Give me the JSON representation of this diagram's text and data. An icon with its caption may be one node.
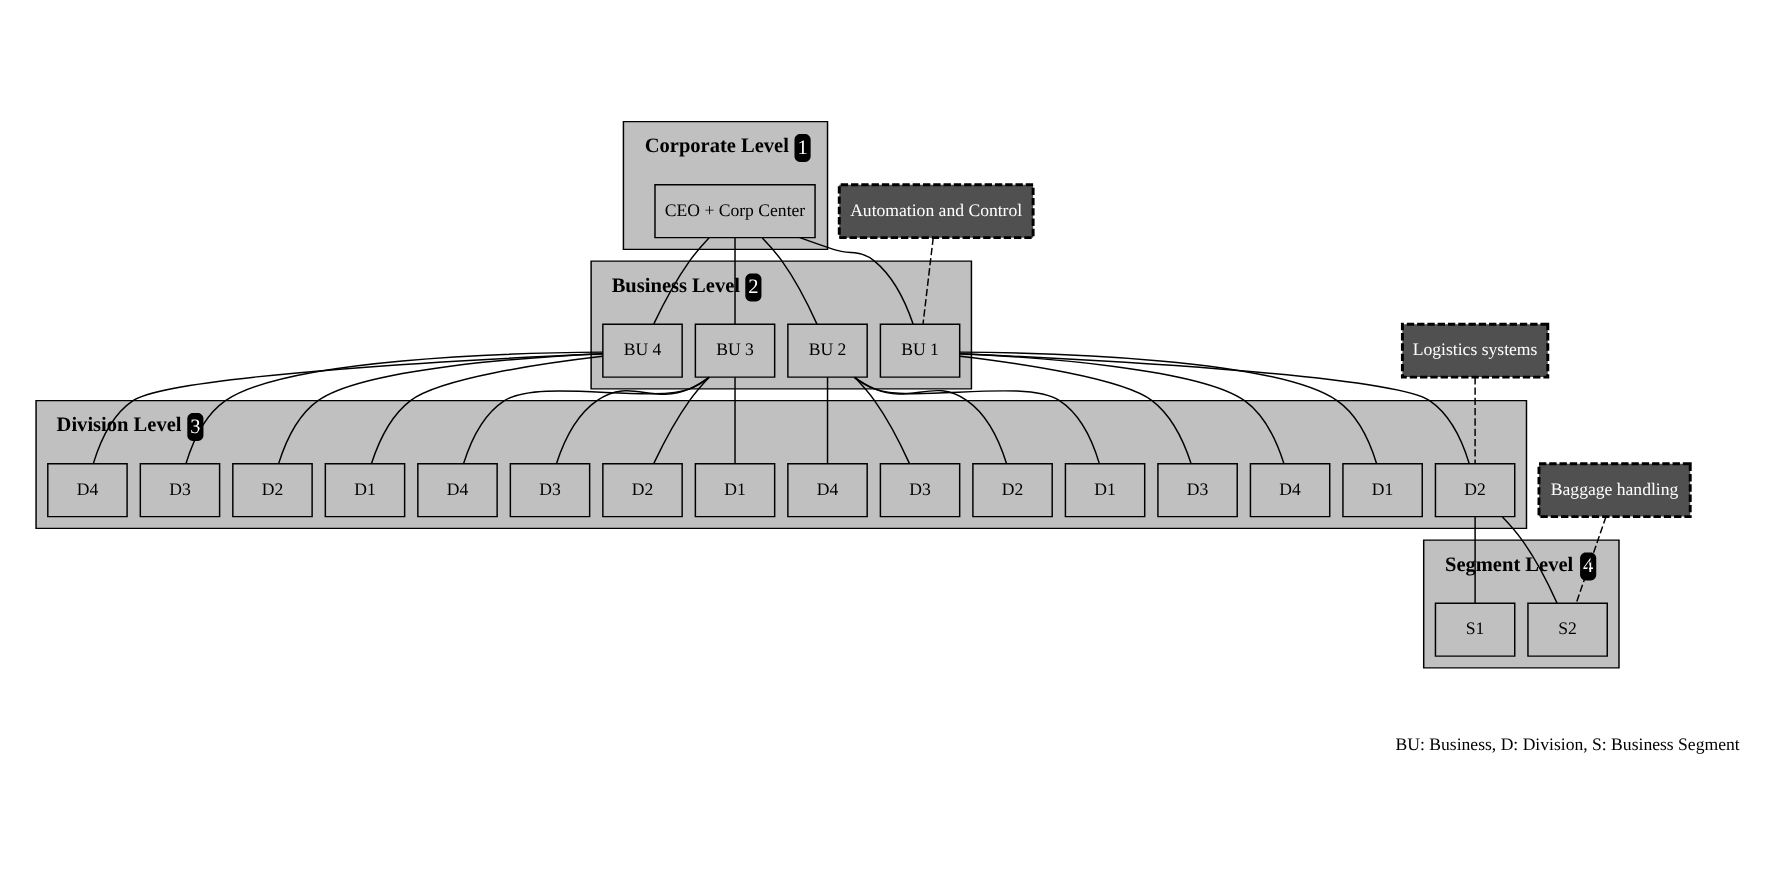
{
  "diagram": {
    "nodes": [
      {
        "text": [
          "Corporate Level",
          "1"
        ]
      },
      {
        "text": [
          "CEO + Corp Center"
        ],
        "in": 0
      },
      {
        "text": [
          "Business Level",
          "2"
        ]
      },
      {
        "text": [
          "BU 1"
        ],
        "in": 2
      },
      {
        "text": [
          "BU 2"
        ],
        "in": 2
      },
      {
        "text": [
          "BU 3"
        ],
        "in": 2
      },
      {
        "text": [
          "BU 4"
        ],
        "in": 2
      },
      {
        "text": [
          "Division Level",
          "3"
        ]
      },
      {
        "text": [
          "D1"
        ],
        "in": 7
      },
      {
        "text": [
          "D2"
        ],
        "in": 7
      },
      {
        "text": [
          "D3"
        ],
        "in": 7
      },
      {
        "text": [
          "D4"
        ],
        "in": 7
      },
      {
        "text": [
          "D1"
        ],
        "in": 7
      },
      {
        "text": [
          "D2"
        ],
        "in": 7
      },
      {
        "text": [
          "D3"
        ],
        "in": 7
      },
      {
        "text": [
          "D4"
        ],
        "in": 7
      },
      {
        "text": [
          "D1"
        ],
        "in": 7
      },
      {
        "text": [
          "D2"
        ],
        "in": 7
      },
      {
        "text": [
          "D3"
        ],
        "in": 7
      },
      {
        "text": [
          "D4"
        ],
        "in": 7
      },
      {
        "text": [
          "D1"
        ],
        "in": 7
      },
      {
        "text": [
          "D2"
        ],
        "in": 7
      },
      {
        "text": [
          "D3"
        ],
        "in": 7
      },
      {
        "text": [
          "D4"
        ],
        "in": 7
      },
      {
        "text": [
          "Segment Level",
          "4"
        ]
      },
      {
        "text": [
          "S1"
        ],
        "in": 24
      },
      {
        "text": [
          "S2"
        ],
        "in": 24
      },
      {
        "text": [
          "Automation and Control"
        ]
      },
      {
        "text": [
          "Logistics systems"
        ]
      },
      {
        "text": [
          "Baggage handling"
        ]
      }
    ],
    "edges": [
      {
        "from": 1,
        "to": 3,
        "arrow": "none"
      },
      {
        "from": 1,
        "to": 4,
        "arrow": "none"
      },
      {
        "from": 1,
        "to": 5,
        "arrow": "none"
      },
      {
        "from": 1,
        "to": 6,
        "arrow": "none"
      },
      {
        "from": 3,
        "to": 8,
        "arrow": "none"
      },
      {
        "from": 3,
        "to": 9,
        "arrow": "none"
      },
      {
        "from": 3,
        "to": 10,
        "arrow": "none"
      },
      {
        "from": 3,
        "to": 11,
        "arrow": "none"
      },
      {
        "from": 4,
        "to": 12,
        "arrow": "none"
      },
      {
        "from": 4,
        "to": 13,
        "arrow": "none"
      },
      {
        "from": 4,
        "to": 14,
        "arrow": "none"
      },
      {
        "from": 4,
        "to": 15,
        "arrow": "none"
      },
      {
        "from": 5,
        "to": 16,
        "arrow": "none"
      },
      {
        "from": 5,
        "to": 17,
        "arrow": "none"
      },
      {
        "from": 5,
        "to": 18,
        "arrow": "none"
      },
      {
        "from": 5,
        "to": 19,
        "arrow": "none"
      },
      {
        "from": 6,
        "to": 20,
        "arrow": "none"
      },
      {
        "from": 6,
        "to": 21,
        "arrow": "none"
      },
      {
        "from": 6,
        "to": 22,
        "arrow": "none"
      },
      {
        "from": 6,
        "to": 23,
        "arrow": "none"
      },
      {
        "from": 9,
        "to": 25,
        "arrow": "none"
      },
      {
        "from": 9,
        "to": 26,
        "arrow": "none"
      },
      {
        "from": 27,
        "to": 3,
        "arrow": "none",
        "style": "dashed"
      },
      {
        "from": 28,
        "to": 9,
        "arrow": "none",
        "style": "dashed"
      },
      {
        "from": 29,
        "to": 26,
        "arrow": "none",
        "style": "dashed"
      }
    ],
    "labels": [
      "BU: Business, D: Division, S: Business Segment"
    ]
  }
}
